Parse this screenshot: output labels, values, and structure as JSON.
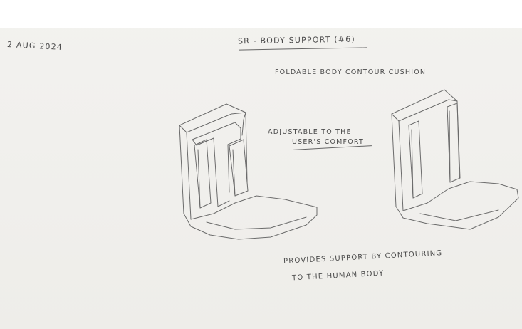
{
  "sheet": {
    "date": "2 AUG 2024",
    "title": "SR - BODY SUPPORT (#6)",
    "subtitle": "FOLDABLE BODY CONTOUR CUSHION",
    "annotation_line1": "ADJUSTABLE TO THE",
    "annotation_line2": "USER'S COMFORT",
    "caption_line1": "PROVIDES SUPPORT BY CONTOURING",
    "caption_line2": "TO THE HUMAN BODY"
  },
  "colors": {
    "paper": "#f1f0ed",
    "pencil": "#6b6b6b"
  }
}
